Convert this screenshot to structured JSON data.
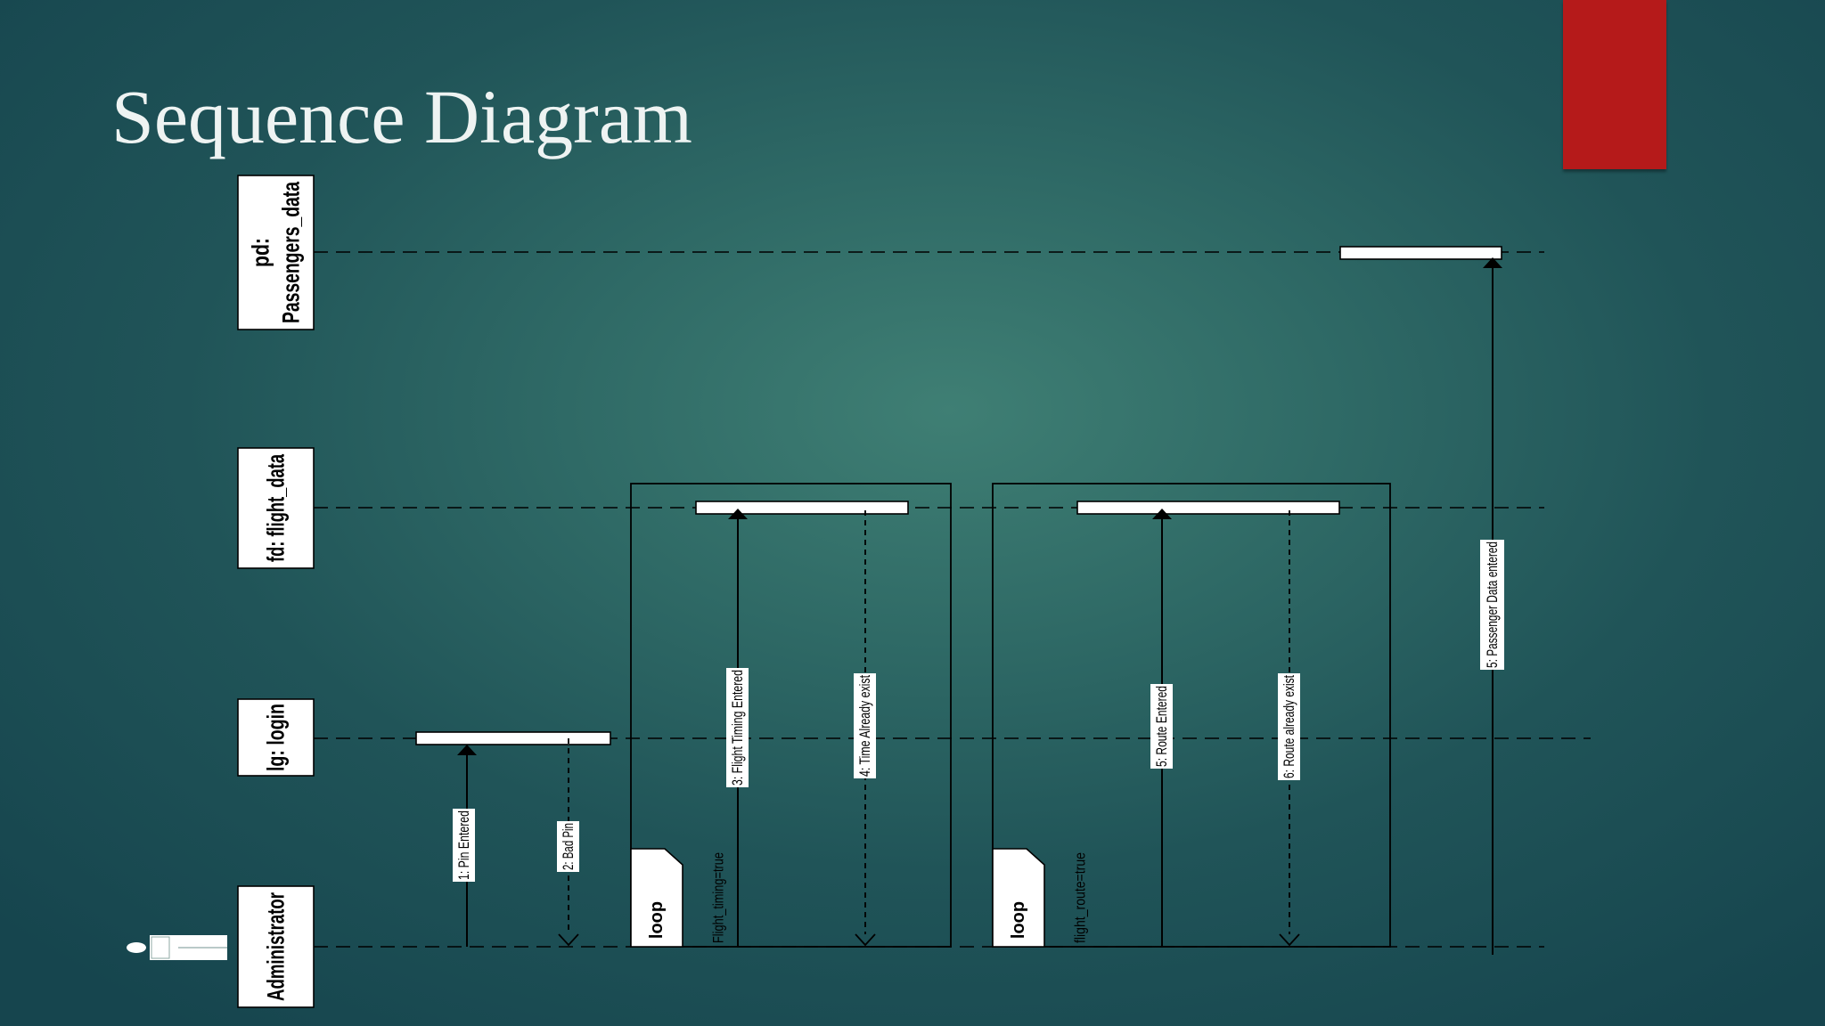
{
  "slide": {
    "title": "Sequence Diagram",
    "accent_color": "#b51a1a"
  },
  "lifelines": [
    {
      "id": "pd",
      "label_lines": [
        "pd:",
        "Passengers_data"
      ]
    },
    {
      "id": "fd",
      "label_lines": [
        "fd: flight_data"
      ]
    },
    {
      "id": "lg",
      "label_lines": [
        "lg: login"
      ]
    },
    {
      "id": "admin",
      "label_lines": [
        "Administrator"
      ]
    }
  ],
  "messages": [
    {
      "label": "1: Pin Entered",
      "from": "admin",
      "to": "lg",
      "style": "solid"
    },
    {
      "label": "2: Bad Pin",
      "from": "lg",
      "to": "admin",
      "style": "dashed"
    },
    {
      "label": "3: Flight Timing Entered",
      "from": "admin",
      "to": "fd",
      "style": "solid"
    },
    {
      "label": "4: Time Already exist",
      "from": "fd",
      "to": "admin",
      "style": "dashed"
    },
    {
      "label": "5: Route Entered",
      "from": "admin",
      "to": "fd",
      "style": "solid"
    },
    {
      "label": "6: Route already exist",
      "from": "fd",
      "to": "admin",
      "style": "dashed"
    },
    {
      "label": "5: Passenger Data entered",
      "from": "admin",
      "to": "pd",
      "style": "solid"
    }
  ],
  "fragments": [
    {
      "operator": "loop",
      "guard": "Flight_timing=true"
    },
    {
      "operator": "loop",
      "guard": "flight_route=true"
    }
  ]
}
